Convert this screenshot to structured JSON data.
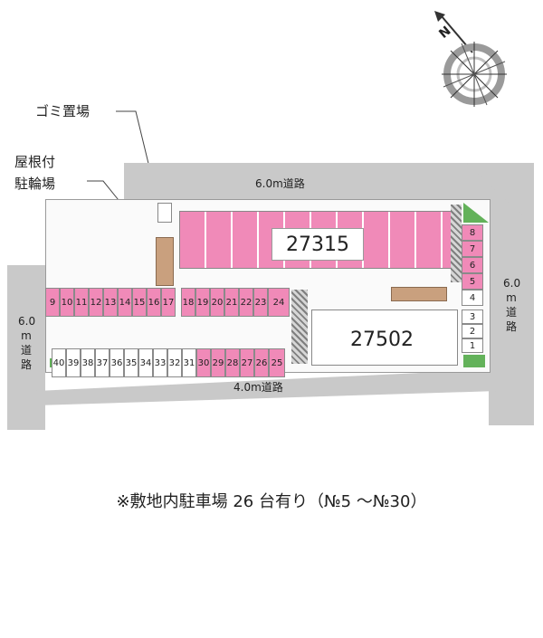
{
  "compass": {
    "label": "N",
    "icon": "north-arrow-compass-icon"
  },
  "callouts": {
    "garbage": "ゴミ置場",
    "bike_line1": "屋根付",
    "bike_line2": "駐輪場"
  },
  "roads": {
    "top": "6.0m道路",
    "bottom": "4.0m道路",
    "left_lines": [
      "6.0",
      "m",
      "道",
      "路"
    ],
    "right_lines": [
      "6.0",
      "m",
      "道",
      "路"
    ]
  },
  "buildings": {
    "north": "27315",
    "south": "27502"
  },
  "parking": {
    "row_north": [
      "9",
      "10",
      "11",
      "12",
      "13",
      "14",
      "15",
      "16",
      "17",
      "18",
      "19",
      "20",
      "21",
      "22",
      "23",
      "24"
    ],
    "row_south_white": [
      "40",
      "39",
      "38",
      "37",
      "36",
      "35",
      "34",
      "33",
      "32",
      "31"
    ],
    "row_south_pink": [
      "30",
      "29",
      "28",
      "27",
      "26",
      "25"
    ],
    "column_east_pink": [
      "8",
      "7",
      "6",
      "5"
    ],
    "column_east_white": [
      "4",
      "3",
      "2",
      "1"
    ]
  },
  "colors": {
    "road": "#c9c9c9",
    "available_parking": "#f08ab8",
    "green": "#63b25a"
  },
  "note": "※敷地内駐車場 26 台有り（№5 〜№30）"
}
